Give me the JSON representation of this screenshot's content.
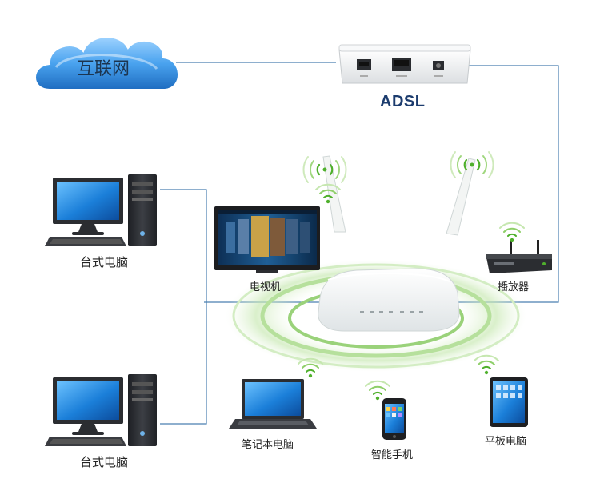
{
  "labels": {
    "cloud": "互联网",
    "adsl": "ADSL",
    "desktop_top": "台式电脑",
    "desktop_bottom": "台式电脑",
    "tv": "电视机",
    "player": "播放器",
    "laptop": "笔记本电脑",
    "phone": "智能手机",
    "tablet": "平板电脑"
  },
  "colors": {
    "link_line": "#4a7fb0",
    "wifi_green": "#4fb02c",
    "cloud_blue": "#2e7fd0",
    "screen_blue": "#1b6fc4",
    "pc_dark": "#2b2d31",
    "router_white": "#f4f6f5"
  },
  "icons": [
    "cloud-icon",
    "adsl-modem-icon",
    "desktop-computer-icon",
    "tv-icon",
    "media-player-icon",
    "wireless-router-icon",
    "laptop-icon",
    "smartphone-icon",
    "tablet-icon",
    "wifi-signal-icon"
  ]
}
